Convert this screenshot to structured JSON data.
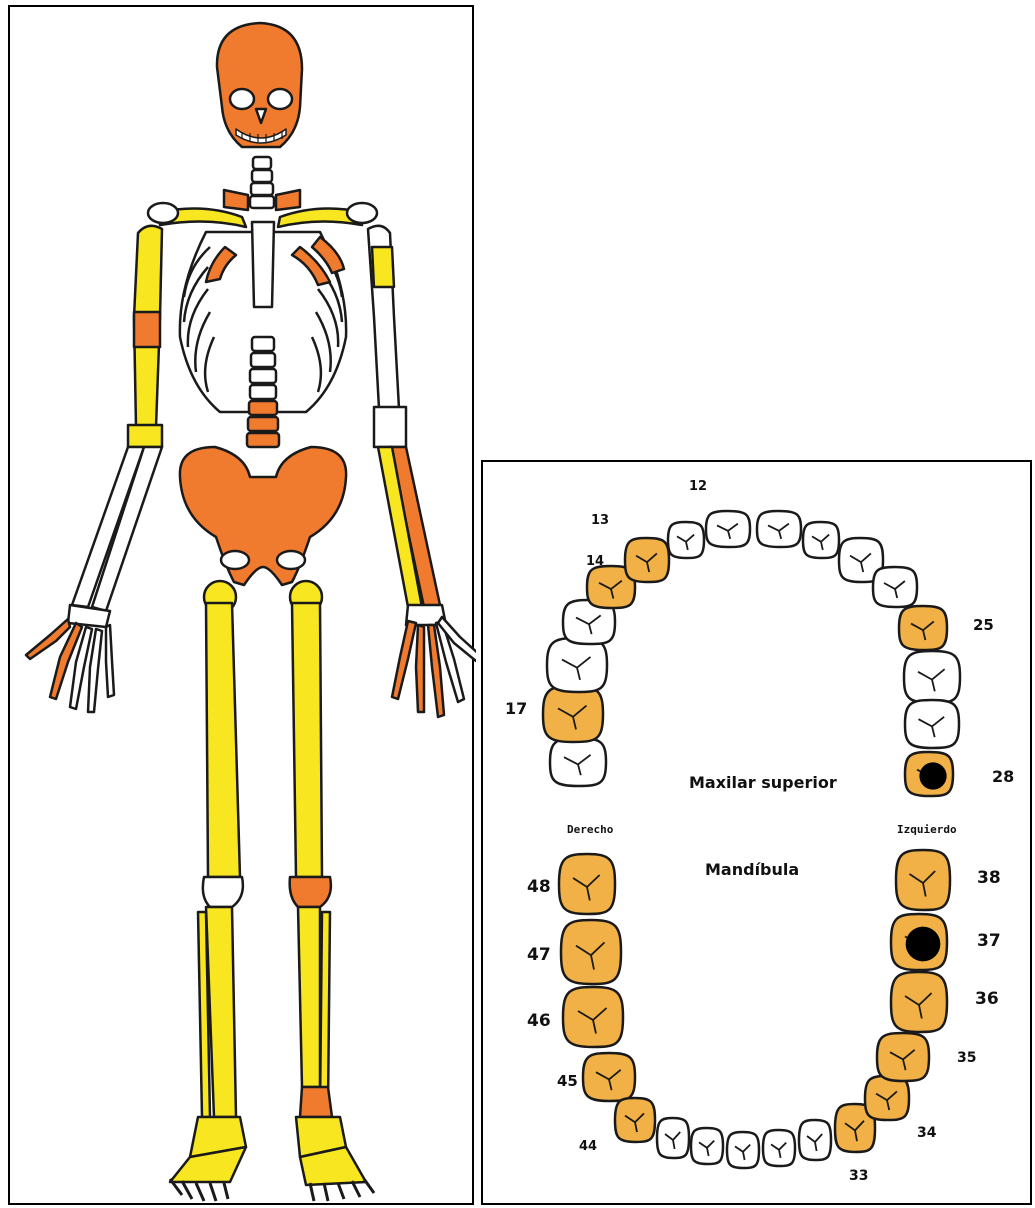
{
  "colors": {
    "orange": "#f07a2e",
    "yellow": "#f7e620",
    "tooth_orange": "#f2b147",
    "outline": "#1a1a1a",
    "bone_white": "#ffffff",
    "lesion_black": "#000000"
  },
  "dental": {
    "upper_label": "Maxilar superior",
    "lower_label": "Mandíbula",
    "right_label": "Derecho",
    "left_label": "Izquierdo",
    "teeth": [
      {
        "num": "12",
        "affected": false,
        "lesion": false
      },
      {
        "num": "13",
        "affected": true,
        "lesion": false
      },
      {
        "num": "14",
        "affected": true,
        "lesion": false
      },
      {
        "num": "17",
        "affected": true,
        "lesion": false
      },
      {
        "num": "25",
        "affected": true,
        "lesion": false
      },
      {
        "num": "28",
        "affected": true,
        "lesion": true
      },
      {
        "num": "48",
        "affected": true,
        "lesion": false
      },
      {
        "num": "47",
        "affected": true,
        "lesion": false
      },
      {
        "num": "46",
        "affected": true,
        "lesion": false
      },
      {
        "num": "45",
        "affected": true,
        "lesion": false
      },
      {
        "num": "44",
        "affected": true,
        "lesion": false
      },
      {
        "num": "33",
        "affected": true,
        "lesion": false
      },
      {
        "num": "34",
        "affected": true,
        "lesion": false
      },
      {
        "num": "35",
        "affected": true,
        "lesion": false
      },
      {
        "num": "36",
        "affected": true,
        "lesion": false
      },
      {
        "num": "37",
        "affected": true,
        "lesion": true
      },
      {
        "num": "38",
        "affected": true,
        "lesion": false
      }
    ]
  }
}
